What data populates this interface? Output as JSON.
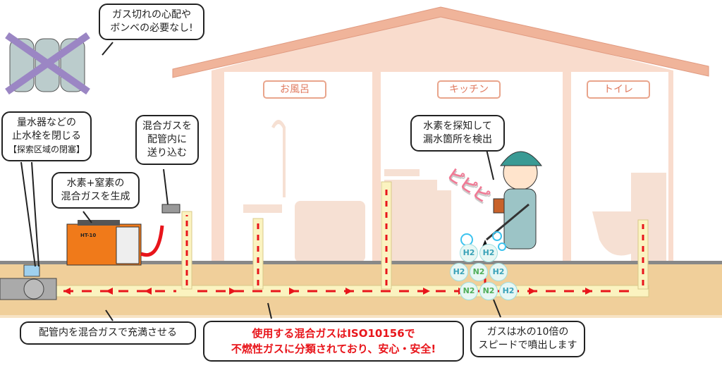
{
  "rooms": {
    "bath": "お風呂",
    "kitchen": "キッチン",
    "toilet": "トイレ"
  },
  "callouts": {
    "no_cylinder": [
      "ガス切れの心配や",
      "ボンベの必要なし!"
    ],
    "close_valve": [
      "量水器などの",
      "止水栓を閉じる",
      "【探索区域の閉塞】"
    ],
    "send_gas": [
      "混合ガスを",
      "配管内に",
      "送り込む"
    ],
    "generate_gas": [
      "水素+窒素の",
      "混合ガスを生成"
    ],
    "detect": [
      "水素を探知して",
      "漏水箇所を検出"
    ],
    "fill_pipe": "配管内を混合ガスで充満させる",
    "safety": [
      "使用する混合ガスはISO10156で",
      "不燃性ガスに分類されており、安心・安全!"
    ],
    "speed": [
      "ガスは水の10倍の",
      "スピードで噴出します"
    ]
  },
  "device_label": "HT-10",
  "sound_effect": "ピピピ",
  "molecules": [
    "H2",
    "H2",
    "H2",
    "N2",
    "H2",
    "N2",
    "N2",
    "H2"
  ],
  "colors": {
    "accent_red": "#e8151b",
    "roof": "#f0b49a",
    "ground": "#f0cf9a",
    "pipe": "#fbf3c0"
  }
}
